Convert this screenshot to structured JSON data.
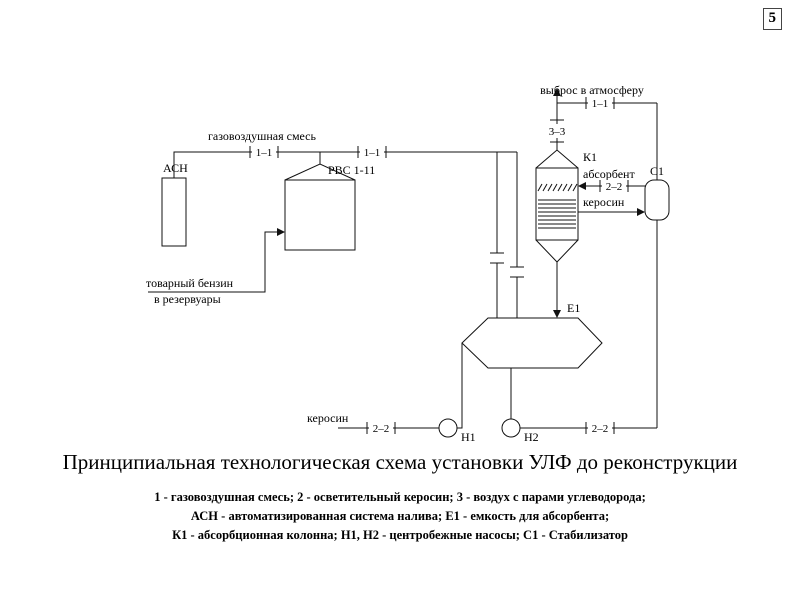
{
  "page": {
    "number": "5",
    "title": "Принципиальная технологическая схема установки УЛФ до реконструкции",
    "legend": [
      "1 - газовоздушная смесь; 2 - осветительный керосин; 3 - воздух с парами углеводорода;",
      "АСН - автоматизированная система налива; Е1 - емкость для абсорбента;",
      "К1 - абсорбционная колонна; Н1, Н2 - центробежные насосы; С1 - Стабилизатор"
    ]
  },
  "diagram": {
    "equipment": {
      "asn": "АСН",
      "rvs": "РВС 1-11",
      "k1": "К1",
      "c1": "С1",
      "e1": "Е1",
      "n1": "Н1",
      "n2": "Н2"
    },
    "streams": {
      "gas_mixture": "газовоздушная смесь",
      "product_benzin_1": "товарный бензин",
      "product_benzin_2": "в резервуары",
      "vent": "выброс в атмосферу",
      "absorbent": "абсорбент",
      "kerosene_to_c1": "керосин",
      "kerosene_feed": "керосин"
    },
    "line_numbers": {
      "l11": "1–1",
      "l22": "2–2",
      "l33": "3–3"
    }
  }
}
